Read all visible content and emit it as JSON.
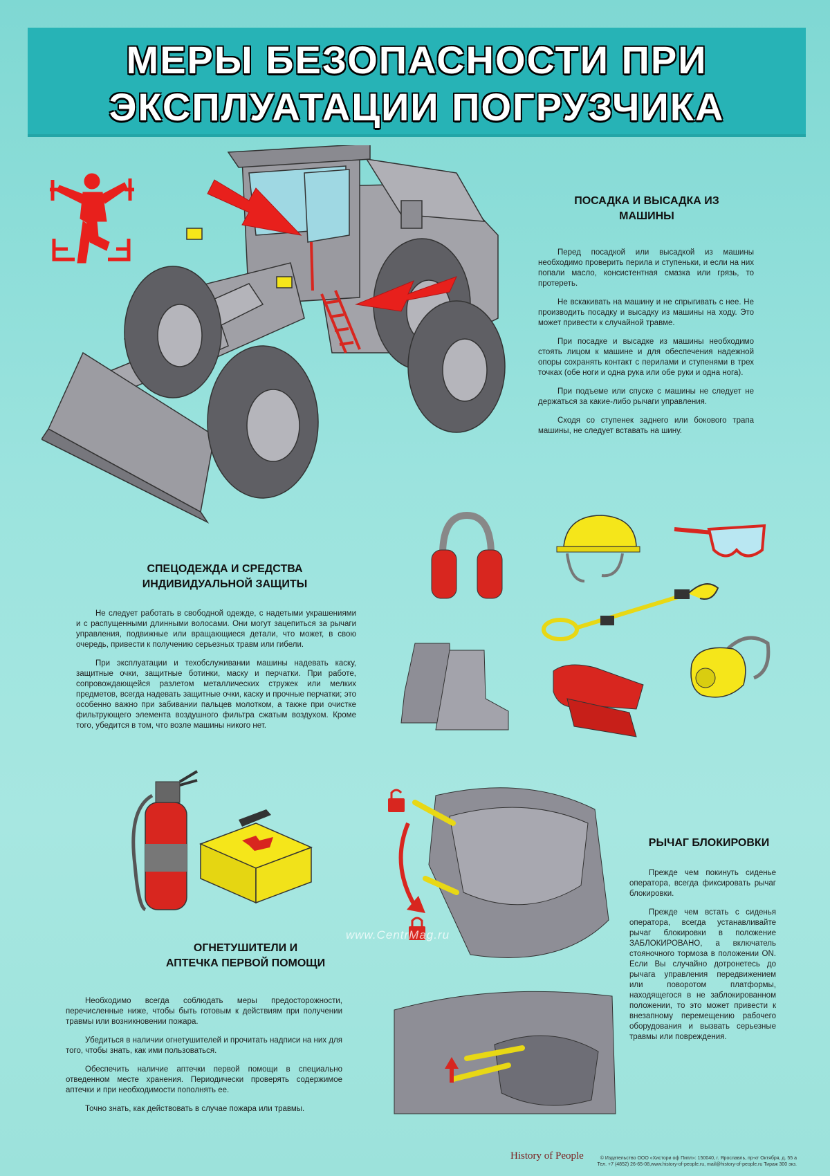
{
  "title": {
    "line1": "МЕРЫ БЕЗОПАСНОСТИ ПРИ",
    "line2": "ЭКСПЛУАТАЦИИ ПОГРУЗЧИКА"
  },
  "sections": {
    "boarding": {
      "heading_line1": "ПОСАДКА И ВЫСАДКА ИЗ",
      "heading_line2": "МАШИНЫ",
      "paragraphs": [
        "Перед посадкой или высадкой из машины необходимо проверить перила и ступеньки, и если на них попали масло, консистентная смазка или грязь, то протереть.",
        "Не вскакивать на машину и не спрыгивать с нее. Не производить посадку и высадку из машины на ходу. Это может привести к случайной травме.",
        "При посадке и высадке из машины необходимо стоять лицом к машине и для обеспечения надежной опоры сохранять контакт с перилами и ступенями в трех точках (обе ноги и одна рука или обе руки и одна нога).",
        "При подъеме или спуске с машины не следует не держаться за какие-либо рычаги управления.",
        "Сходя со ступенек заднего или бокового трапа машины, не следует вставать на шину."
      ]
    },
    "ppe": {
      "heading_line1": "СПЕЦОДЕЖДА И СРЕДСТВА",
      "heading_line2": "ИНДИВИДУАЛЬНОЙ ЗАЩИТЫ",
      "paragraphs": [
        "Не следует работать в свободной одежде, с надетыми украшениями и с распущенными длинными волосами. Они могут зацепиться за рычаги управления, подвижные или вращающиеся детали, что может, в свою очередь, привести к получению серьезных травм или гибели.",
        "При эксплуатации и техобслуживании машины надевать каску, защитные очки, защитные ботинки, маску и перчатки. При работе, сопровождающейся разлетом металлических стружек или мелких предметов, всегда надевать защитные очки, каску и прочные перчатки; это особенно важно при забивании пальцев молотком, а также при очистке фильтрующего элемента воздушного фильтра сжатым воздухом. Кроме того, убедится в том, что возле машины никого нет."
      ]
    },
    "fire": {
      "heading_line1": "ОГНЕТУШИТЕЛИ И",
      "heading_line2": "АПТЕЧКА ПЕРВОЙ ПОМОЩИ",
      "paragraphs": [
        "Необходимо всегда соблюдать меры предосторожности, перечисленные ниже, чтобы быть готовым к действиям при получении травмы или возникновении пожара.",
        "Убедиться в наличии огнетушителей и прочитать надписи на них для того, чтобы знать, как ими пользоваться.",
        "Обеспечить наличие аптечки первой помощи в специально отведенном месте хранения. Периодически проверять содержимое аптечки и при необходимости пополнять ее.",
        "Точно знать, как действовать в случае пожара или травмы."
      ]
    },
    "lock": {
      "heading": "РЫЧАГ БЛОКИРОВКИ",
      "paragraphs": [
        "Прежде чем покинуть сиденье оператора, всегда фиксировать рычаг блокировки.",
        "Прежде чем встать с сиденья оператора, всегда устанавливайте рычаг блокировки в положение ЗАБЛОКИРОВАНО, а включатель стояночного тормоза в положении ON. Если Вы случайно дотронетесь до рычага управления передвижением или поворотом платформы, находящегося в не заблокированном положении, то это может привести к внезапному перемещению рабочего оборудования и вызвать серьезные травмы или повреждения."
      ]
    }
  },
  "watermark": "www.CentrMag.ru",
  "footer": {
    "brand": "History of People",
    "line1": "© Издательство ООО «Хистори оф Пипл»: 150040, г. Ярославль, пр-кт Октября, д. 55 а",
    "line2": "Тел. +7 (4852) 26-65-08,www.history-of-people.ru, mail@history-of-people.ru Тираж 300 экз."
  },
  "colors": {
    "background": "#9be3de",
    "title_band": "#27b3b6",
    "accent_red": "#e02020",
    "accent_yellow": "#f5e61a",
    "machine_gray": "#9a9aa0"
  },
  "icons": [
    "three-point-contact-icon",
    "red-arrow-icon",
    "ear-muffs-icon",
    "hard-hat-icon",
    "safety-glasses-icon",
    "safety-rope-icon",
    "boots-icon",
    "gloves-icon",
    "respirator-icon",
    "fire-extinguisher-icon",
    "first-aid-kit-icon",
    "padlock-icon"
  ]
}
